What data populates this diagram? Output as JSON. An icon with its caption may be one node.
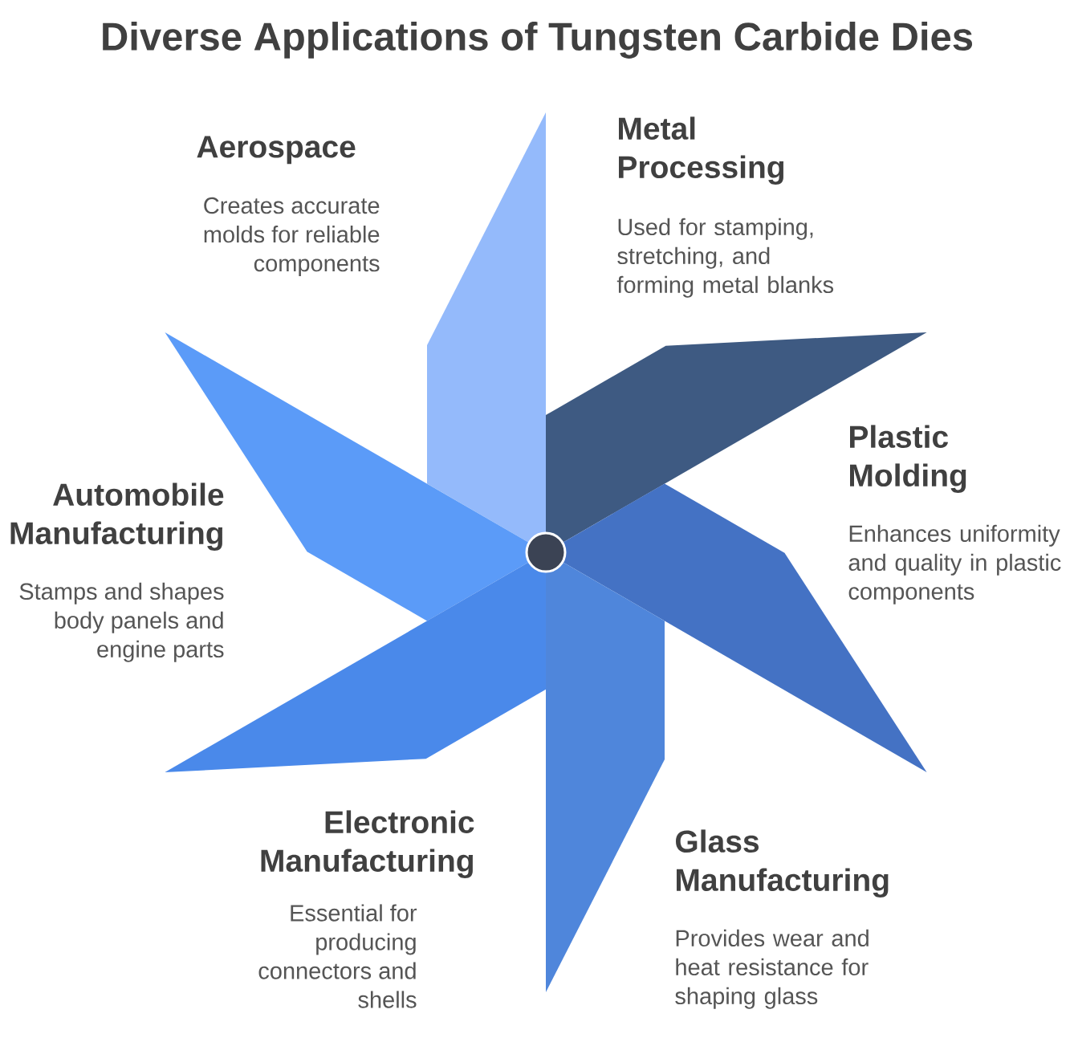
{
  "diagram": {
    "title": "Diverse Applications of Tungsten Carbide Dies",
    "nodes": [
      {
        "text": [
          "Aerospace",
          "Creates accurate molds for reliable components"
        ]
      },
      {
        "text": [
          "Metal Processing",
          "Used for stamping, stretching, and forming metal blanks"
        ]
      },
      {
        "text": [
          "Automobile Manufacturing",
          "Stamps and shapes body panels and engine parts"
        ]
      },
      {
        "text": [
          "Plastic Molding",
          "Enhances uniformity and quality in plastic components"
        ]
      },
      {
        "text": [
          "Electronic Manufacturing",
          "Essential for producing connectors and shells"
        ]
      },
      {
        "text": [
          "Glass Manufacturing",
          "Provides wear and heat resistance for shaping glass"
        ]
      }
    ]
  }
}
